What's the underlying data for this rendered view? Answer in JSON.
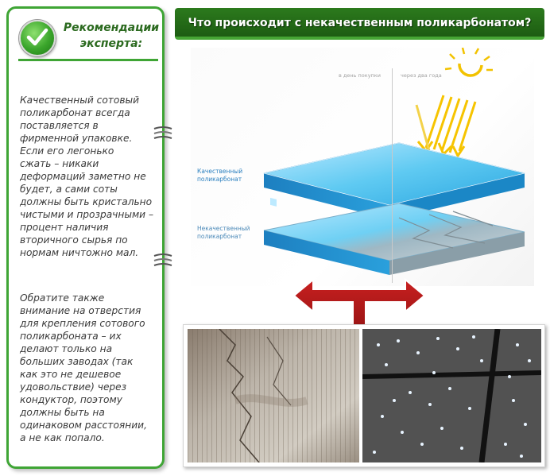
{
  "expert_panel": {
    "title": "Рекомендации эксперта:",
    "paragraph1": "Качественный сотовый\nполикарбонат всегда\nпоставляется в\nфирменной упаковке.\nЕсли его легонько\nсжать – никаки\nдеформаций заметно не\nбудет, а сами соты\nдолжны быть кристально\nчистыми  и прозрачными –\nпроцент наличия\nвторичного сырья по\nнормам ничтожно мал.",
    "paragraph2": "Обратите также\nвнимание на отверстия\nдля крепления сотового\nполикарбоната – их\nделают только на\nбольших заводах (так\nкак это не дешевое\nудовольствие) через\nкондуктор, поэтому\nдолжны быть на\nодинаковом расстоянии,\nа не как попало."
  },
  "header": {
    "title": "Что происходит с некачественным поликарбонатом?"
  },
  "diagram": {
    "timeline_day": "в день покупки",
    "timeline_two_years": "через два года",
    "label_quality": "Качественный\nполикарбонат",
    "label_poor": "Некачественный\nполикарбонат"
  },
  "colors": {
    "green_dark": "#1d5c12",
    "green_accent": "#3fa535",
    "arrow_red": "#9b1414",
    "panel_blue": "#38b8e8"
  }
}
